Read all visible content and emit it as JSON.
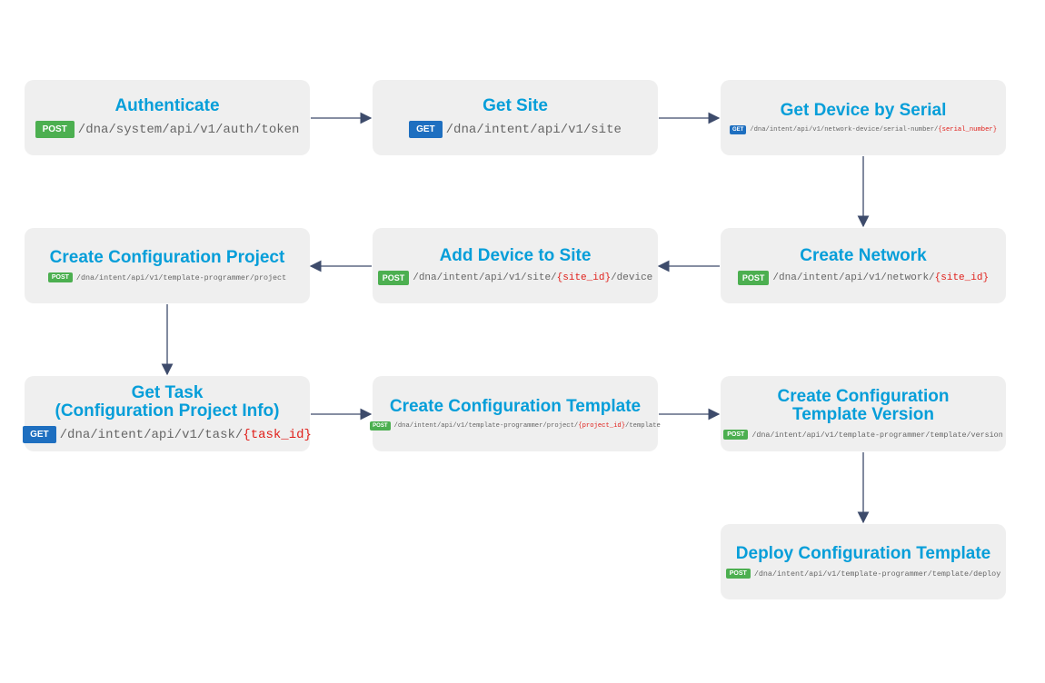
{
  "steps": [
    {
      "title": "Authenticate",
      "method": "POST",
      "path": "/dna/system/api/v1/auth/token",
      "param": "",
      "suffix": ""
    },
    {
      "title": "Get Site",
      "method": "GET",
      "path": "/dna/intent/api/v1/site",
      "param": "",
      "suffix": ""
    },
    {
      "title": "Get Device by Serial",
      "method": "GET",
      "path": "/dna/intent/api/v1/network-device/serial-number/",
      "param": "{serial_number}",
      "suffix": ""
    },
    {
      "title": "Create Network",
      "method": "POST",
      "path": "/dna/intent/api/v1/network/",
      "param": "{site_id}",
      "suffix": ""
    },
    {
      "title": "Add Device to Site",
      "method": "POST",
      "path": "/dna/intent/api/v1/site/",
      "param": "{site_id}",
      "suffix": "/device"
    },
    {
      "title": "Create Configuration Project",
      "method": "POST",
      "path": "/dna/intent/api/v1/template-programmer/project",
      "param": "",
      "suffix": ""
    },
    {
      "title": "Get Task\n(Configuration Project Info)",
      "method": "GET",
      "path": "/dna/intent/api/v1/task/",
      "param": "{task_id}",
      "suffix": ""
    },
    {
      "title": "Create Configuration Template",
      "method": "POST",
      "path": "/dna/intent/api/v1/template-programmer/project/",
      "param": "{project_id}",
      "suffix": "/template"
    },
    {
      "title": "Create Configuration\nTemplate Version",
      "method": "POST",
      "path": "/dna/intent/api/v1/template-programmer/template/version",
      "param": "",
      "suffix": ""
    },
    {
      "title": "Deploy Configuration Template",
      "method": "POST",
      "path": "/dna/intent/api/v1/template-programmer/template/deploy",
      "param": "",
      "suffix": ""
    }
  ],
  "colors": {
    "title": "#069ed9",
    "post": "#4caf50",
    "get": "#1e6fc0",
    "param": "#e0201b",
    "arrow": "#3d4b6b"
  }
}
